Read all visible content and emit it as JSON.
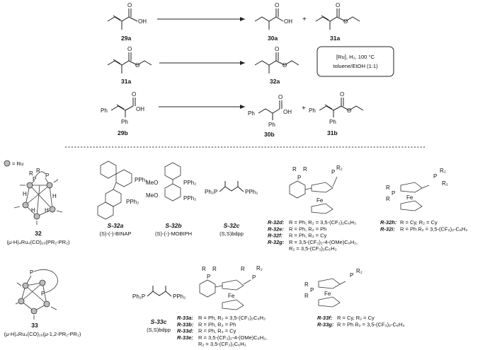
{
  "reactions": [
    {
      "reactant": "29a",
      "products": [
        "30a",
        "31a"
      ]
    },
    {
      "reactant": "31a",
      "products": [
        "32a"
      ]
    },
    {
      "reactant": "29b",
      "products": [
        "30b",
        "31b"
      ]
    }
  ],
  "conditions": {
    "line1": "[Ru], H₂, 100 °C",
    "line2": "toluene/EtOH (1:1)"
  },
  "atoms": {
    "oh": "OH",
    "o": "O",
    "ph": "Ph",
    "p": "P",
    "r": "R",
    "fe": "Fe",
    "h": "H",
    "meo": "MeO",
    "pph2": "PPh₂",
    "ph2p": "Ph₂P",
    "r2": "R₂"
  },
  "legend": {
    "ru": "= Ru"
  },
  "clusters": {
    "c32": {
      "number": "32",
      "formula": "(μ-H)₄Ru₄(CO)₁₀(PR₂-PR₂)"
    },
    "c33": {
      "number": "33",
      "formula": "(μ-H)₄Ru₄(CO)₁₀(μ-1,2-PR₂-PR₂)"
    }
  },
  "ligands": {
    "l32a": {
      "label": "S-32a",
      "name": "(S)-(-)-BINAP"
    },
    "l32b": {
      "label": "S-32b",
      "name": "(S)-(-)-MOBIPH"
    },
    "l32c": {
      "label": "S-32c",
      "name": "(S,S)bdpp"
    },
    "l33c": {
      "label": "S-33c",
      "name": "(S,S)bdpp"
    }
  },
  "series32": [
    {
      "id": "R-32d:",
      "text": "R = Ph, R₂ = 3,5-(CF₃)₂C₆H₃"
    },
    {
      "id": "R-32e:",
      "text": "R = Ph, R₂ = Ph"
    },
    {
      "id": "R-32f:",
      "text": "R = Ph, R₂ = Cy"
    },
    {
      "id": "R-32g:",
      "text": "R = 3,5-(CF₃)₂-4-(OMe)C₆H₂,"
    },
    {
      "id": "",
      "text": "R₂ = 3,5-(CF₃)₂C₆H₃"
    }
  ],
  "series32b": [
    {
      "id": "R-32h:",
      "text": "R = Cy, R₂ = Cy"
    },
    {
      "id": "R-32i:",
      "text": "R = Ph  R₂ = 3,5-(CF₃)₂-C₆H₃"
    }
  ],
  "series33": [
    {
      "id": "R-33a:",
      "text": "R = Ph, R₂ = 3,5-(CF₃)₂C₆H₃"
    },
    {
      "id": "R-33b:",
      "text": "R = Ph, R₂ = Ph"
    },
    {
      "id": "R-33d:",
      "text": "R = Ph, R₂ = Cy"
    },
    {
      "id": "R-33e:",
      "text": "R = 3,5-(CF₃)₂-4-(OMe)C₆H₂,"
    },
    {
      "id": "",
      "text": "R₂ = 3,5-(CF₃)₂C₆H₃"
    }
  ],
  "series33b": [
    {
      "id": "R-33f:",
      "text": "R = Cy, R₂ = Cy"
    },
    {
      "id": "R-33g:",
      "text": "R = Ph  R₂ = 3,5-(CF₃)₂-C₆H₃"
    }
  ]
}
